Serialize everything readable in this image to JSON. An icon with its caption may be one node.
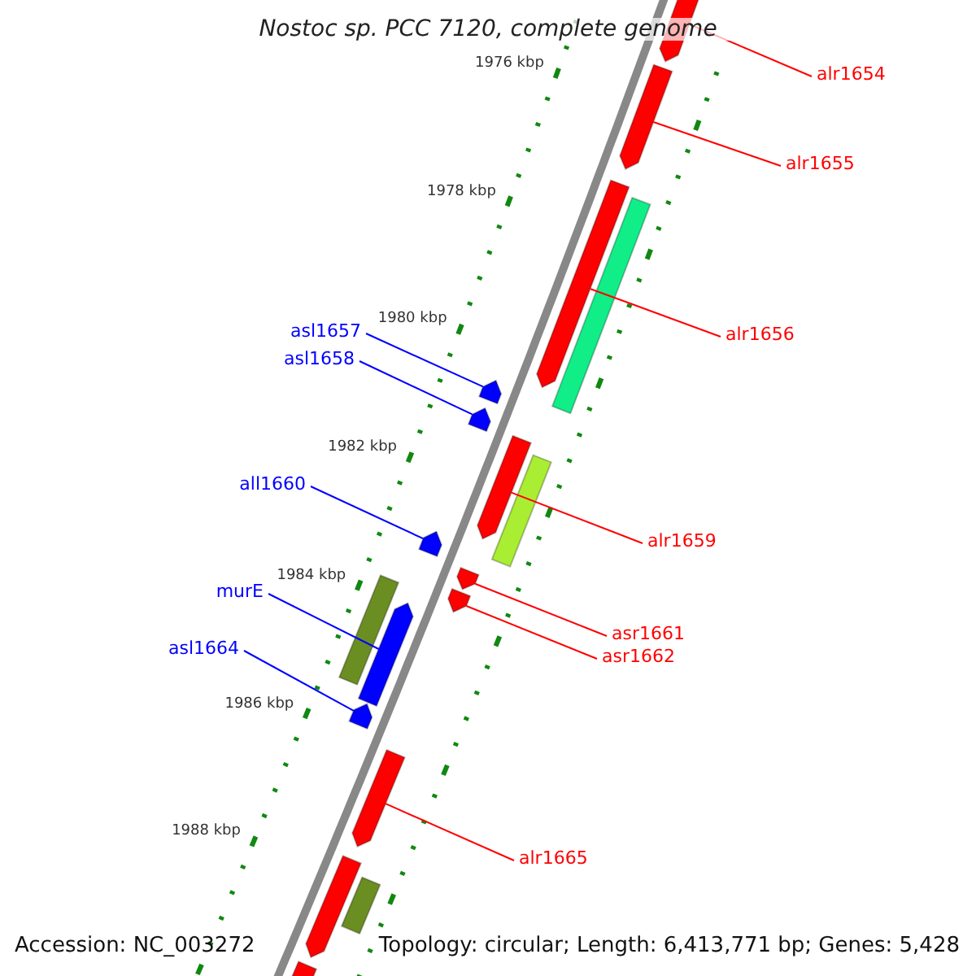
{
  "diagram": {
    "title": "Nostoc sp. PCC 7120, complete genome",
    "nodes": [
      {
        "text": [
          "alr1654"
        ]
      },
      {
        "text": [
          "alr1655"
        ]
      },
      {
        "text": [
          "alr1656"
        ]
      },
      {
        "text": [
          "asl1657"
        ]
      },
      {
        "text": [
          "asl1658"
        ]
      },
      {
        "text": [
          "all1660"
        ]
      },
      {
        "text": [
          "alr1659"
        ]
      },
      {
        "text": [
          "asr1661"
        ]
      },
      {
        "text": [
          "asr1662"
        ]
      },
      {
        "text": [
          "murE"
        ]
      },
      {
        "text": [
          "asl1664"
        ]
      },
      {
        "text": [
          "alr1665"
        ]
      },
      {
        "text": [],
        "shape": "pentagon"
      },
      {
        "text": [],
        "shape": "pentagon"
      },
      {
        "text": [],
        "shape": "pentagon"
      },
      {
        "text": [],
        "shape": "bar"
      },
      {
        "text": [],
        "shape": "pentagon"
      },
      {
        "text": [],
        "shape": "pentagon"
      },
      {
        "text": [],
        "shape": "pentagon"
      },
      {
        "text": [],
        "shape": "bar"
      },
      {
        "text": [],
        "shape": "pentagon"
      },
      {
        "text": [],
        "shape": "pentagon"
      },
      {
        "text": [],
        "shape": "pentagon"
      },
      {
        "text": [],
        "shape": "bar"
      },
      {
        "text": [],
        "shape": "pentagon"
      },
      {
        "text": [],
        "shape": "pentagon"
      },
      {
        "text": [],
        "shape": "pentagon"
      },
      {
        "text": [],
        "shape": "pentagon"
      },
      {
        "text": [],
        "shape": "bar"
      },
      {
        "text": [],
        "shape": "pentagon"
      }
    ],
    "edges": [
      {
        "from": 0,
        "to": 12,
        "arrow": "none"
      },
      {
        "from": 1,
        "to": 13,
        "arrow": "none"
      },
      {
        "from": 2,
        "to": 14,
        "arrow": "none"
      },
      {
        "from": 3,
        "to": 16,
        "arrow": "none",
        "color": "#0000ff"
      },
      {
        "from": 4,
        "to": 17,
        "arrow": "none",
        "color": "#0000ff"
      },
      {
        "from": 5,
        "to": 20,
        "arrow": "none",
        "color": "#0000ff"
      },
      {
        "from": 6,
        "to": 18,
        "arrow": "none"
      },
      {
        "from": 7,
        "to": 21,
        "arrow": "none"
      },
      {
        "from": 8,
        "to": 22,
        "arrow": "none"
      },
      {
        "from": 9,
        "to": 24,
        "arrow": "none",
        "color": "#0000ff"
      },
      {
        "from": 10,
        "to": 25,
        "arrow": "none",
        "color": "#0000ff"
      },
      {
        "from": 11,
        "to": 26,
        "arrow": "none"
      }
    ],
    "labels": [
      "1976 kbp",
      "1978 kbp",
      "1980 kbp",
      "1982 kbp",
      "1984 kbp",
      "1986 kbp",
      "1988 kbp",
      "Accession: NC_003272",
      "Topology: circular; Length: 6,413,771 bp; Genes: 5,428"
    ]
  }
}
